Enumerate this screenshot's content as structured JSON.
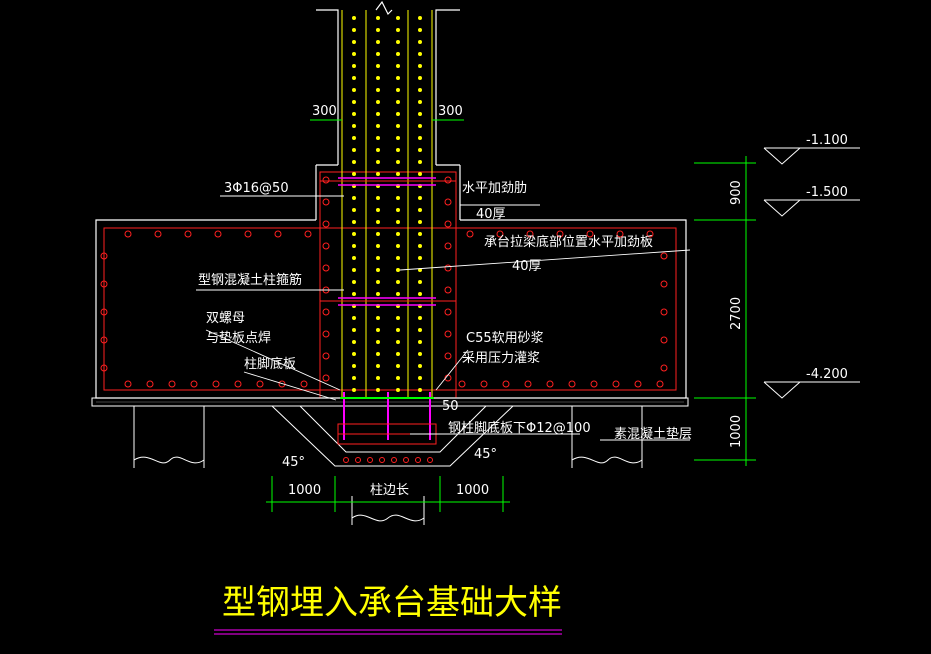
{
  "title": "型钢埋入承台基础大样",
  "colors": {
    "background": "#000000",
    "outline": "#ffffff",
    "rebar": "#ff2020",
    "steel": "#ffff00",
    "dimension": "#00ff00",
    "magenta": "#ff00ff",
    "cyan": "#00ffff"
  },
  "labels": {
    "dim_300_left": "300",
    "dim_300_right": "300",
    "rebar_3phi16": "3Φ16@50",
    "horizontal_stiffener": "水平加劲肋",
    "thickness_40_a": "40厚",
    "cap_beam_stiffener": "承台拉梁底部位置水平加劲板",
    "thickness_40_b": "40厚",
    "column_stirrup": "型钢混凝土柱箍筋",
    "double_nut": "双螺母",
    "nut_weld": "与垫板点焊",
    "column_base_plate": "柱脚底板",
    "grout_c55": "C55软用砂浆",
    "pressure_grout": "采用压力灌浆",
    "dim_50": "50",
    "base_plate_rebar": "钢柱脚底板下Φ12@100",
    "plain_concrete": "素混凝土垫层",
    "angle_left": "45°",
    "angle_right": "45°",
    "dim_1000_left": "1000",
    "column_side_length": "柱边长",
    "dim_1000_right": "1000",
    "elev_1": "-1.100",
    "elev_2": "-1.500",
    "elev_3": "-4.200",
    "vdim_900": "900",
    "vdim_2700": "2700",
    "vdim_1000": "1000"
  }
}
